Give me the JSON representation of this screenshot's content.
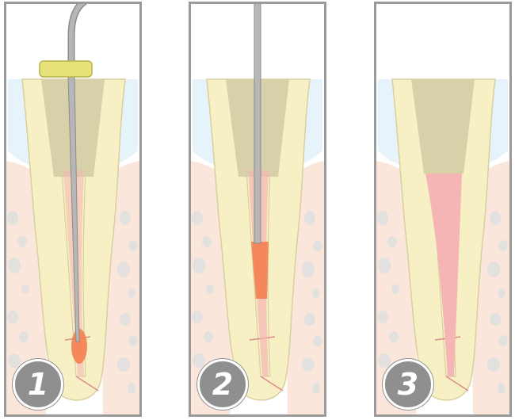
{
  "colors": {
    "frame": "#9a9a9a",
    "gum": "#fbe6db",
    "bone": "#f3f2f0",
    "bone_spot": "#e2e1df",
    "enamel": "#e6f3fa",
    "dentin": "#f6f0c4",
    "dentin_edge": "#d9cfa0",
    "access_cavity": "#d8d0a8",
    "canal_pink": "#f6b5b5",
    "canal_line": "#d98a8a",
    "instrument": "#b7b7b7",
    "instrument_edge": "#8c8c8c",
    "stopper": "#e8e27a",
    "heat_orange": "#f47a4a",
    "badge": "#8f8f8f"
  },
  "panels": [
    {
      "step": "1",
      "icons": [
        "file-instrument-icon",
        "rubber-stopper-icon",
        "apex-heat-icon"
      ]
    },
    {
      "step": "2",
      "icons": [
        "heated-plugger-icon",
        "warm-gutta-percha-icon"
      ]
    },
    {
      "step": "3",
      "icons": [
        "filled-canal-icon"
      ]
    }
  ]
}
